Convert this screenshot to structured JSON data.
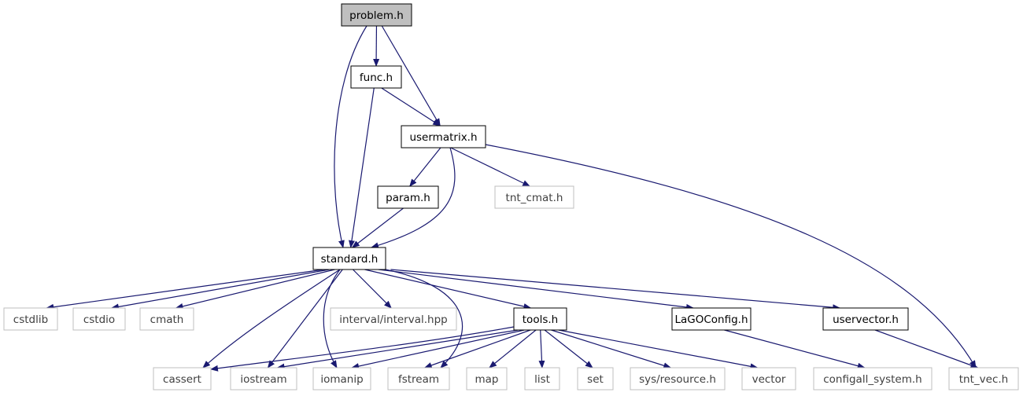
{
  "colors": {
    "edge": "#191970",
    "root_fill": "#bfbfbf",
    "documented_border": "#000000",
    "external_border": "#bfbfbf",
    "external_text": "#404040",
    "node_fill": "#ffffff"
  },
  "nodes": {
    "problem_h": {
      "label": "problem.h",
      "kind": "root"
    },
    "func_h": {
      "label": "func.h",
      "kind": "documented"
    },
    "usermatrix_h": {
      "label": "usermatrix.h",
      "kind": "documented"
    },
    "param_h": {
      "label": "param.h",
      "kind": "documented"
    },
    "tnt_cmat_h": {
      "label": "tnt_cmat.h",
      "kind": "external"
    },
    "standard_h": {
      "label": "standard.h",
      "kind": "documented"
    },
    "cstdlib": {
      "label": "cstdlib",
      "kind": "external"
    },
    "cstdio": {
      "label": "cstdio",
      "kind": "external"
    },
    "cmath": {
      "label": "cmath",
      "kind": "external"
    },
    "interval_hpp": {
      "label": "interval/interval.hpp",
      "kind": "external"
    },
    "tools_h": {
      "label": "tools.h",
      "kind": "documented"
    },
    "lagoconfig_h": {
      "label": "LaGOConfig.h",
      "kind": "documented"
    },
    "uservector_h": {
      "label": "uservector.h",
      "kind": "documented"
    },
    "cassert": {
      "label": "cassert",
      "kind": "external"
    },
    "iostream": {
      "label": "iostream",
      "kind": "external"
    },
    "iomanip": {
      "label": "iomanip",
      "kind": "external"
    },
    "fstream": {
      "label": "fstream",
      "kind": "external"
    },
    "map": {
      "label": "map",
      "kind": "external"
    },
    "list": {
      "label": "list",
      "kind": "external"
    },
    "set": {
      "label": "set",
      "kind": "external"
    },
    "sys_resource_h": {
      "label": "sys/resource.h",
      "kind": "external"
    },
    "vector": {
      "label": "vector",
      "kind": "external"
    },
    "configall_system_h": {
      "label": "configall_system.h",
      "kind": "external"
    },
    "tnt_vec_h": {
      "label": "tnt_vec.h",
      "kind": "external"
    }
  },
  "edges": [
    [
      "problem_h",
      "func_h"
    ],
    [
      "problem_h",
      "usermatrix_h"
    ],
    [
      "problem_h",
      "standard_h"
    ],
    [
      "func_h",
      "usermatrix_h"
    ],
    [
      "func_h",
      "standard_h"
    ],
    [
      "usermatrix_h",
      "param_h"
    ],
    [
      "usermatrix_h",
      "tnt_cmat_h"
    ],
    [
      "usermatrix_h",
      "standard_h"
    ],
    [
      "usermatrix_h",
      "tnt_vec_h"
    ],
    [
      "param_h",
      "standard_h"
    ],
    [
      "standard_h",
      "cstdlib"
    ],
    [
      "standard_h",
      "cstdio"
    ],
    [
      "standard_h",
      "cmath"
    ],
    [
      "standard_h",
      "interval_hpp"
    ],
    [
      "standard_h",
      "tools_h"
    ],
    [
      "standard_h",
      "lagoconfig_h"
    ],
    [
      "standard_h",
      "uservector_h"
    ],
    [
      "standard_h",
      "cassert"
    ],
    [
      "standard_h",
      "iostream"
    ],
    [
      "standard_h",
      "iomanip"
    ],
    [
      "standard_h",
      "fstream"
    ],
    [
      "tools_h",
      "cassert"
    ],
    [
      "tools_h",
      "iostream"
    ],
    [
      "tools_h",
      "iomanip"
    ],
    [
      "tools_h",
      "fstream"
    ],
    [
      "tools_h",
      "map"
    ],
    [
      "tools_h",
      "list"
    ],
    [
      "tools_h",
      "set"
    ],
    [
      "tools_h",
      "sys_resource_h"
    ],
    [
      "tools_h",
      "vector"
    ],
    [
      "lagoconfig_h",
      "configall_system_h"
    ],
    [
      "uservector_h",
      "tnt_vec_h"
    ]
  ]
}
